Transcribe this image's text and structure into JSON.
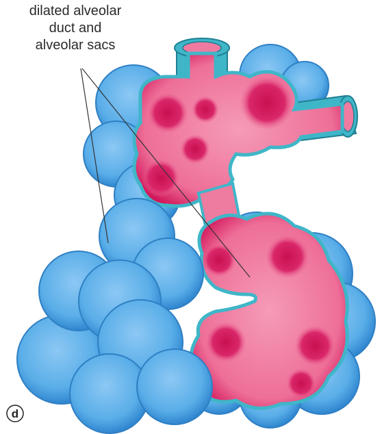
{
  "annotation": {
    "lines": [
      "dilated alveolar",
      "duct and",
      "alveolar sacs"
    ]
  },
  "panel_label": "d",
  "colors": {
    "alveolar_exterior": "#5aaee8",
    "alveolar_exterior_dark": "#2f86cf",
    "lumen_pink": "#f07aa0",
    "lumen_magenta": "#d2185c",
    "wall_teal": "#3fb6c8"
  }
}
